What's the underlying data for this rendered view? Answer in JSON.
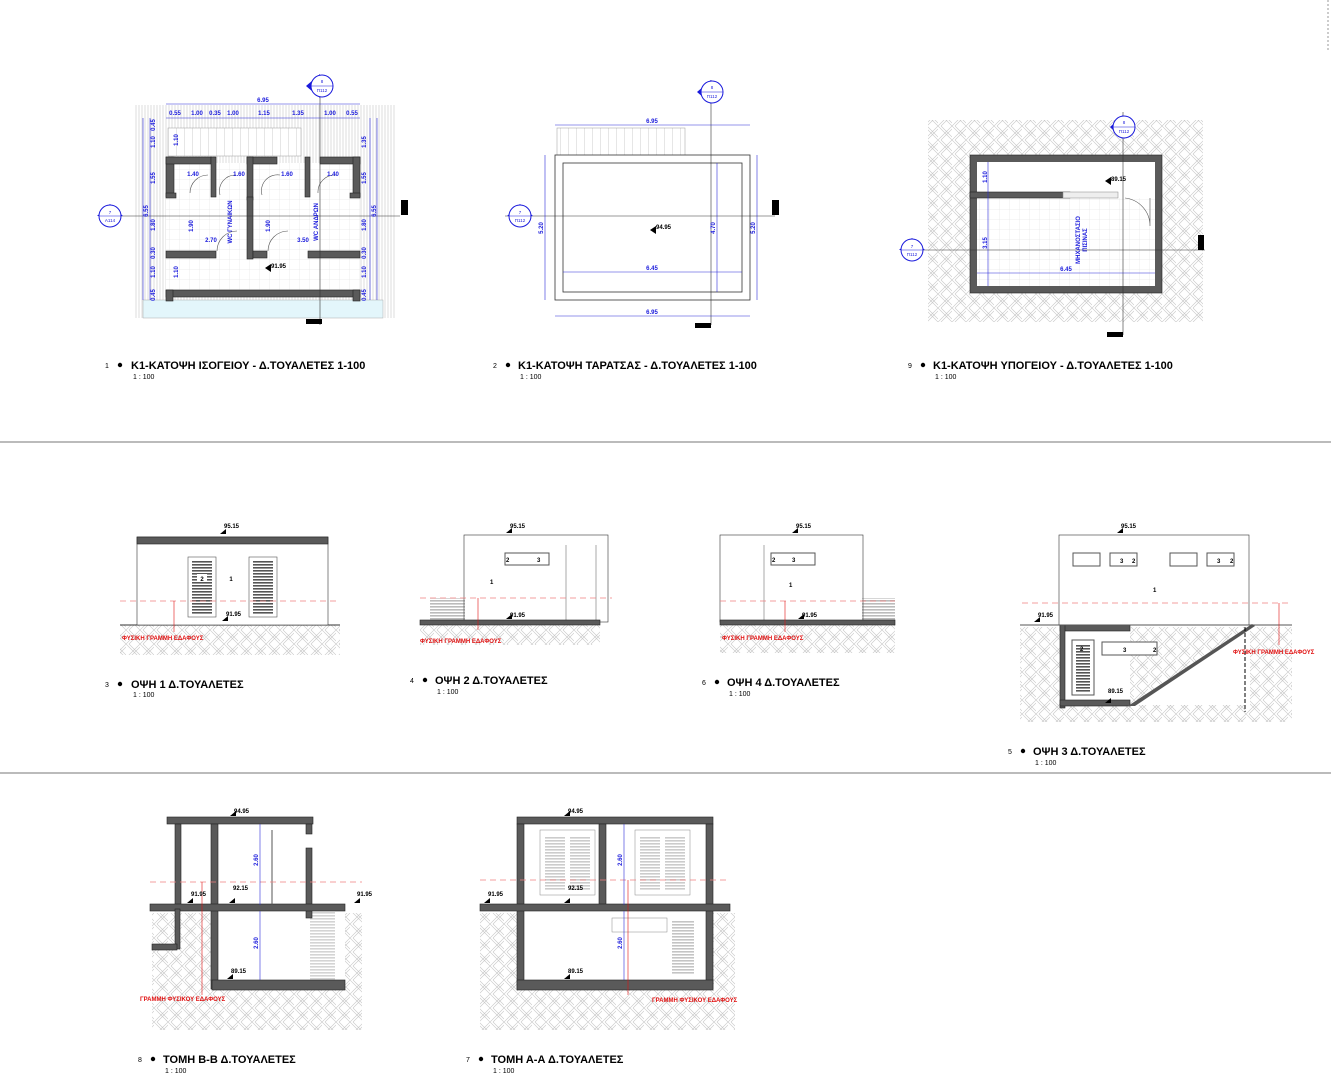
{
  "views": {
    "plan_ground": {
      "num": "1",
      "title": "Κ1-ΚΑΤΟΨΗ ΙΣΟΓΕΙΟΥ - Δ.ΤΟΥΑΛΕΤΕΣ 1-100",
      "scale": "1 : 100"
    },
    "plan_roof": {
      "num": "2",
      "title": "Κ1-ΚΑΤΟΨΗ ΤΑΡΑΤΣΑΣ - Δ.ΤΟΥΑΛΕΤΕΣ 1-100",
      "scale": "1 : 100"
    },
    "plan_basement": {
      "num": "9",
      "title": "Κ1-ΚΑΤΟΨΗ ΥΠΟΓΕΙΟΥ - Δ.ΤΟΥΑΛΕΤΕΣ 1-100",
      "scale": "1 : 100"
    },
    "elev1": {
      "num": "3",
      "title": "ΟΨΗ 1 Δ.ΤΟΥΑΛΕΤΕΣ",
      "scale": "1 : 100"
    },
    "elev2": {
      "num": "4",
      "title": "ΟΨΗ 2 Δ.ΤΟΥΑΛΕΤΕΣ",
      "scale": "1 : 100"
    },
    "elev4": {
      "num": "6",
      "title": "ΟΨΗ 4 Δ.ΤΟΥΑΛΕΤΕΣ",
      "scale": "1 : 100"
    },
    "elev3": {
      "num": "5",
      "title": "ΟΨΗ 3 Δ.ΤΟΥΑΛΕΤΕΣ",
      "scale": "1 : 100"
    },
    "secBB": {
      "num": "8",
      "title": "ΤΟΜΗ Β-Β Δ.ΤΟΥΑΛΕΤΕΣ",
      "scale": "1 : 100"
    },
    "secAA": {
      "num": "7",
      "title": "ΤΟΜΗ Α-Α Δ.ΤΟΥΑΛΕΤΕΣ",
      "scale": "1 : 100"
    }
  },
  "plan_ground": {
    "overall": "6.95",
    "top_segments": [
      "0.55",
      "1.00",
      "0.35",
      "1.00",
      "1.15",
      "1.35",
      "1.00",
      "0.55"
    ],
    "left": [
      "0.45",
      "1.10",
      "1.55",
      "1.80",
      "0.30",
      "1.10",
      "0.45"
    ],
    "left_total": "6.55",
    "right": [
      "1.35",
      "1.55",
      "1.80",
      "0.30",
      "1.10",
      "0.45"
    ],
    "right_total": "6.55",
    "rooms": {
      "women": "WC ΓΥΝΑΙΚΩΝ",
      "men": "WC ΑΝΔΡΩΝ"
    },
    "inner": [
      "1.40",
      "1.60",
      "1.60",
      "1.40",
      "1.90",
      "1.90",
      "2.70",
      "3.50",
      "1.10",
      "1.10"
    ],
    "level": "91.95",
    "marker_top": {
      "num": "8",
      "sheet": "Π112"
    },
    "marker_left": {
      "num": "7",
      "sheet": "Α114"
    }
  },
  "plan_roof": {
    "top": "6.95",
    "inner": "6.45",
    "bottom": "6.95",
    "left": "5.20",
    "right": "5.20",
    "inner_h": "4.70",
    "level": "94.95",
    "marker_top": {
      "num": "8",
      "sheet": "Π112"
    },
    "marker_left": {
      "num": "7",
      "sheet": "Π112"
    }
  },
  "plan_basement": {
    "stair": "1.10",
    "height": "3.15",
    "width": "6.45",
    "level": "89.15",
    "room": [
      "ΜΗΧΑΝΟΣΤΑΣΙΟ",
      "ΠΙΣΙΝΑΣ"
    ],
    "marker_top": {
      "num": "8",
      "sheet": "Π112"
    },
    "marker_left": {
      "num": "7",
      "sheet": "Π112"
    }
  },
  "elevations": {
    "top_level": "95.15",
    "ground_level": "91.95",
    "basement_level": "89.15",
    "ground_label": "ΦΥΣΙΚΗ ΓΡΑΜΜΗ ΕΔΑΦΟΥΣ",
    "tags": {
      "wall": "1",
      "door": "2",
      "window": "3"
    }
  },
  "sections": {
    "roof_level": "94.95",
    "floor_level": "92.15",
    "ground_level": "91.95",
    "basement_level": "89.15",
    "height_upper": "2.60",
    "height_lower": "2.60",
    "ground_label": "ΓΡΑΜΜΗ ΦΥΣΙΚΟΥ ΕΔΑΦΟΥΣ"
  }
}
